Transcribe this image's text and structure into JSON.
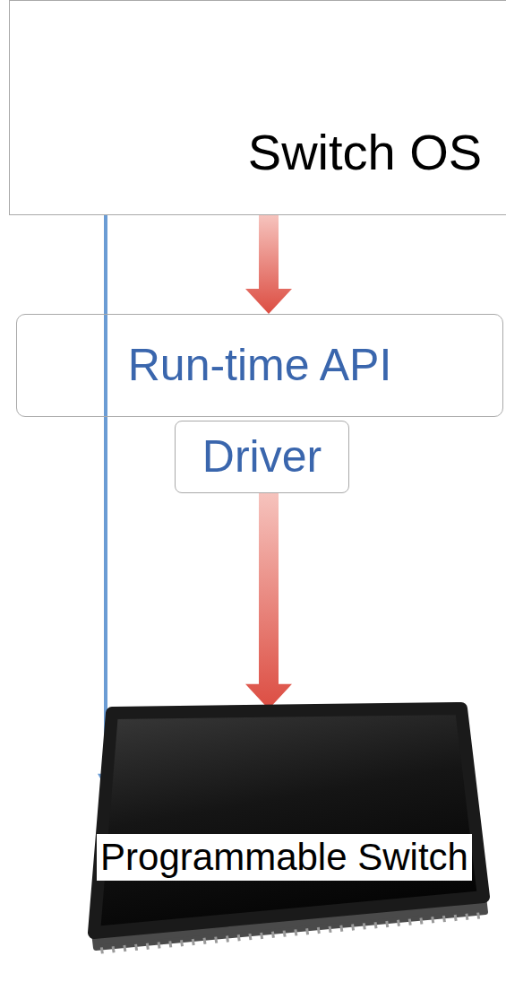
{
  "diagram": {
    "nodes": [
      {
        "text": [
          "Switch OS"
        ]
      },
      {
        "text": [
          "Run-time API"
        ]
      },
      {
        "text": [
          "Driver"
        ]
      },
      {
        "text": [
          "Programmable Switch"
        ]
      }
    ],
    "edges": [
      {
        "from": 0,
        "to": 1,
        "arrow": "to"
      },
      {
        "from": 2,
        "to": 3,
        "arrow": "to"
      },
      {
        "from": 0,
        "to": 3,
        "arrow": "to"
      }
    ]
  }
}
